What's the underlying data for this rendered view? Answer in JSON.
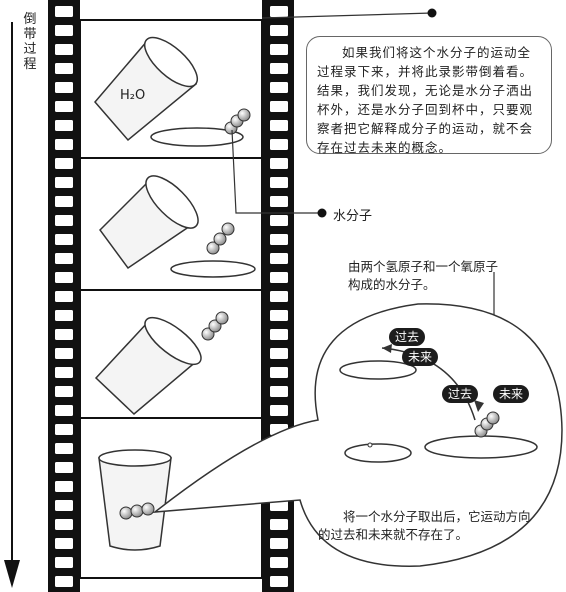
{
  "vertical_label": "倒带过程",
  "note_text": "如果我们将这个水分子的运动全过程录下来，并将此录影带倒着看。结果，我们发现，无论是水分子洒出杯外，还是水分子回到杯中，只要观察者把它解释成分子的运动，就不会存在过去未来的概念。",
  "water_molecule_label": "水分子",
  "h2o_label": "H₂O",
  "molecule_desc": "由两个氢原子和一个氧原子构成的水分子。",
  "tags": {
    "past_1": "过去",
    "future_1": "未来",
    "past_2": "过去",
    "future_2": "未来"
  },
  "bottom_text": "将一个水分子取出后，它运动方向的过去和未来就不存在了。"
}
